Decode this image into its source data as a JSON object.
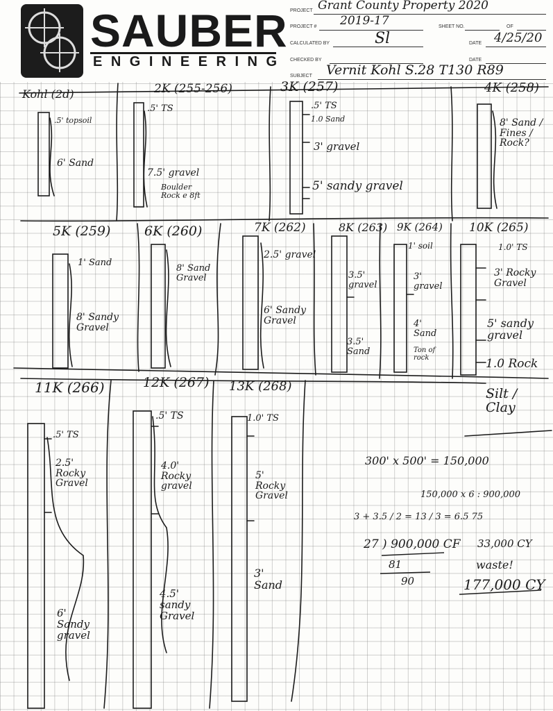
{
  "header": {
    "brand": "SAUBER",
    "brand_sub": "ENGINEERING",
    "fields": {
      "project_label": "PROJECT",
      "project_value": "Grant County Property 2020",
      "project_no_label": "PROJECT #",
      "project_no_value": "2019-17",
      "sheet_no_label": "SHEET NO.",
      "of_label": "OF",
      "calculated_by_label": "CALCULATED BY",
      "calculated_by_value": "Sl",
      "date_label": "DATE",
      "date_value": "4/25/20",
      "checked_by_label": "CHECKED BY",
      "checked_date_label": "DATE",
      "subject_label": "SUBJECT",
      "subject_value": "Vernit Kohl S.28 T130 R89"
    }
  },
  "logs": {
    "row1": [
      {
        "title": "Kohl (2d)",
        "notes": [
          ".5' topsoil",
          "6' Sand"
        ]
      },
      {
        "title": "2K (255-256)",
        "notes": [
          ".5' TS",
          "7.5' gravel",
          "Boulder Rock e 8ft"
        ]
      },
      {
        "title": "3K (257)",
        "notes": [
          ".5' TS",
          "1.0 Sand",
          "3' gravel",
          "5' sandy gravel"
        ]
      },
      {
        "title": "4K (258)",
        "notes": [
          "8' Sand / Fines / Rock?"
        ]
      }
    ],
    "row2": [
      {
        "title": "5K (259)",
        "notes": [
          "1' Sand",
          "8' Sandy Gravel"
        ]
      },
      {
        "title": "6K (260)",
        "notes": [
          "8' Sand Gravel"
        ]
      },
      {
        "title": "7K (262)",
        "notes": [
          "2.5' gravel",
          "6' Sandy Gravel"
        ]
      },
      {
        "title": "8K (263)",
        "notes": [
          "3.5' gravel",
          "3.5' Sand"
        ]
      },
      {
        "title": "9K (264)",
        "notes": [
          "1' soil",
          "3' gravel",
          "4' Sand",
          "Ton of rock"
        ]
      },
      {
        "title": "10K (265)",
        "notes": [
          "1.0' TS",
          "3' Rocky Gravel",
          "5' sandy gravel",
          "1.0 Rock"
        ]
      }
    ],
    "row3": [
      {
        "title": "11K (266)",
        "notes": [
          ".5' TS",
          "2.5' Rocky Gravel",
          "6' Sandy gravel"
        ]
      },
      {
        "title": "12K (267)",
        "notes": [
          ".5' TS",
          "4.0' Rocky gravel",
          "4.5' sandy Gravel"
        ]
      },
      {
        "title": "13K (268)",
        "notes": [
          "1.0' TS",
          "5' Rocky Gravel",
          "3' Sand"
        ]
      }
    ],
    "side_note": "Silt / Clay"
  },
  "calculations": {
    "line1": "300' x 500' = 150,000",
    "line2": "150,000 x 6 : 900,000",
    "line3": "3 + 3.5 / 2 = 13 / 3 = 6.5 75",
    "line4": "27 ) 900,000 CF",
    "line4b": "33,000 CY",
    "line5": "81",
    "line6": "90",
    "line7": "waste!",
    "line8": "177,000 CY"
  }
}
